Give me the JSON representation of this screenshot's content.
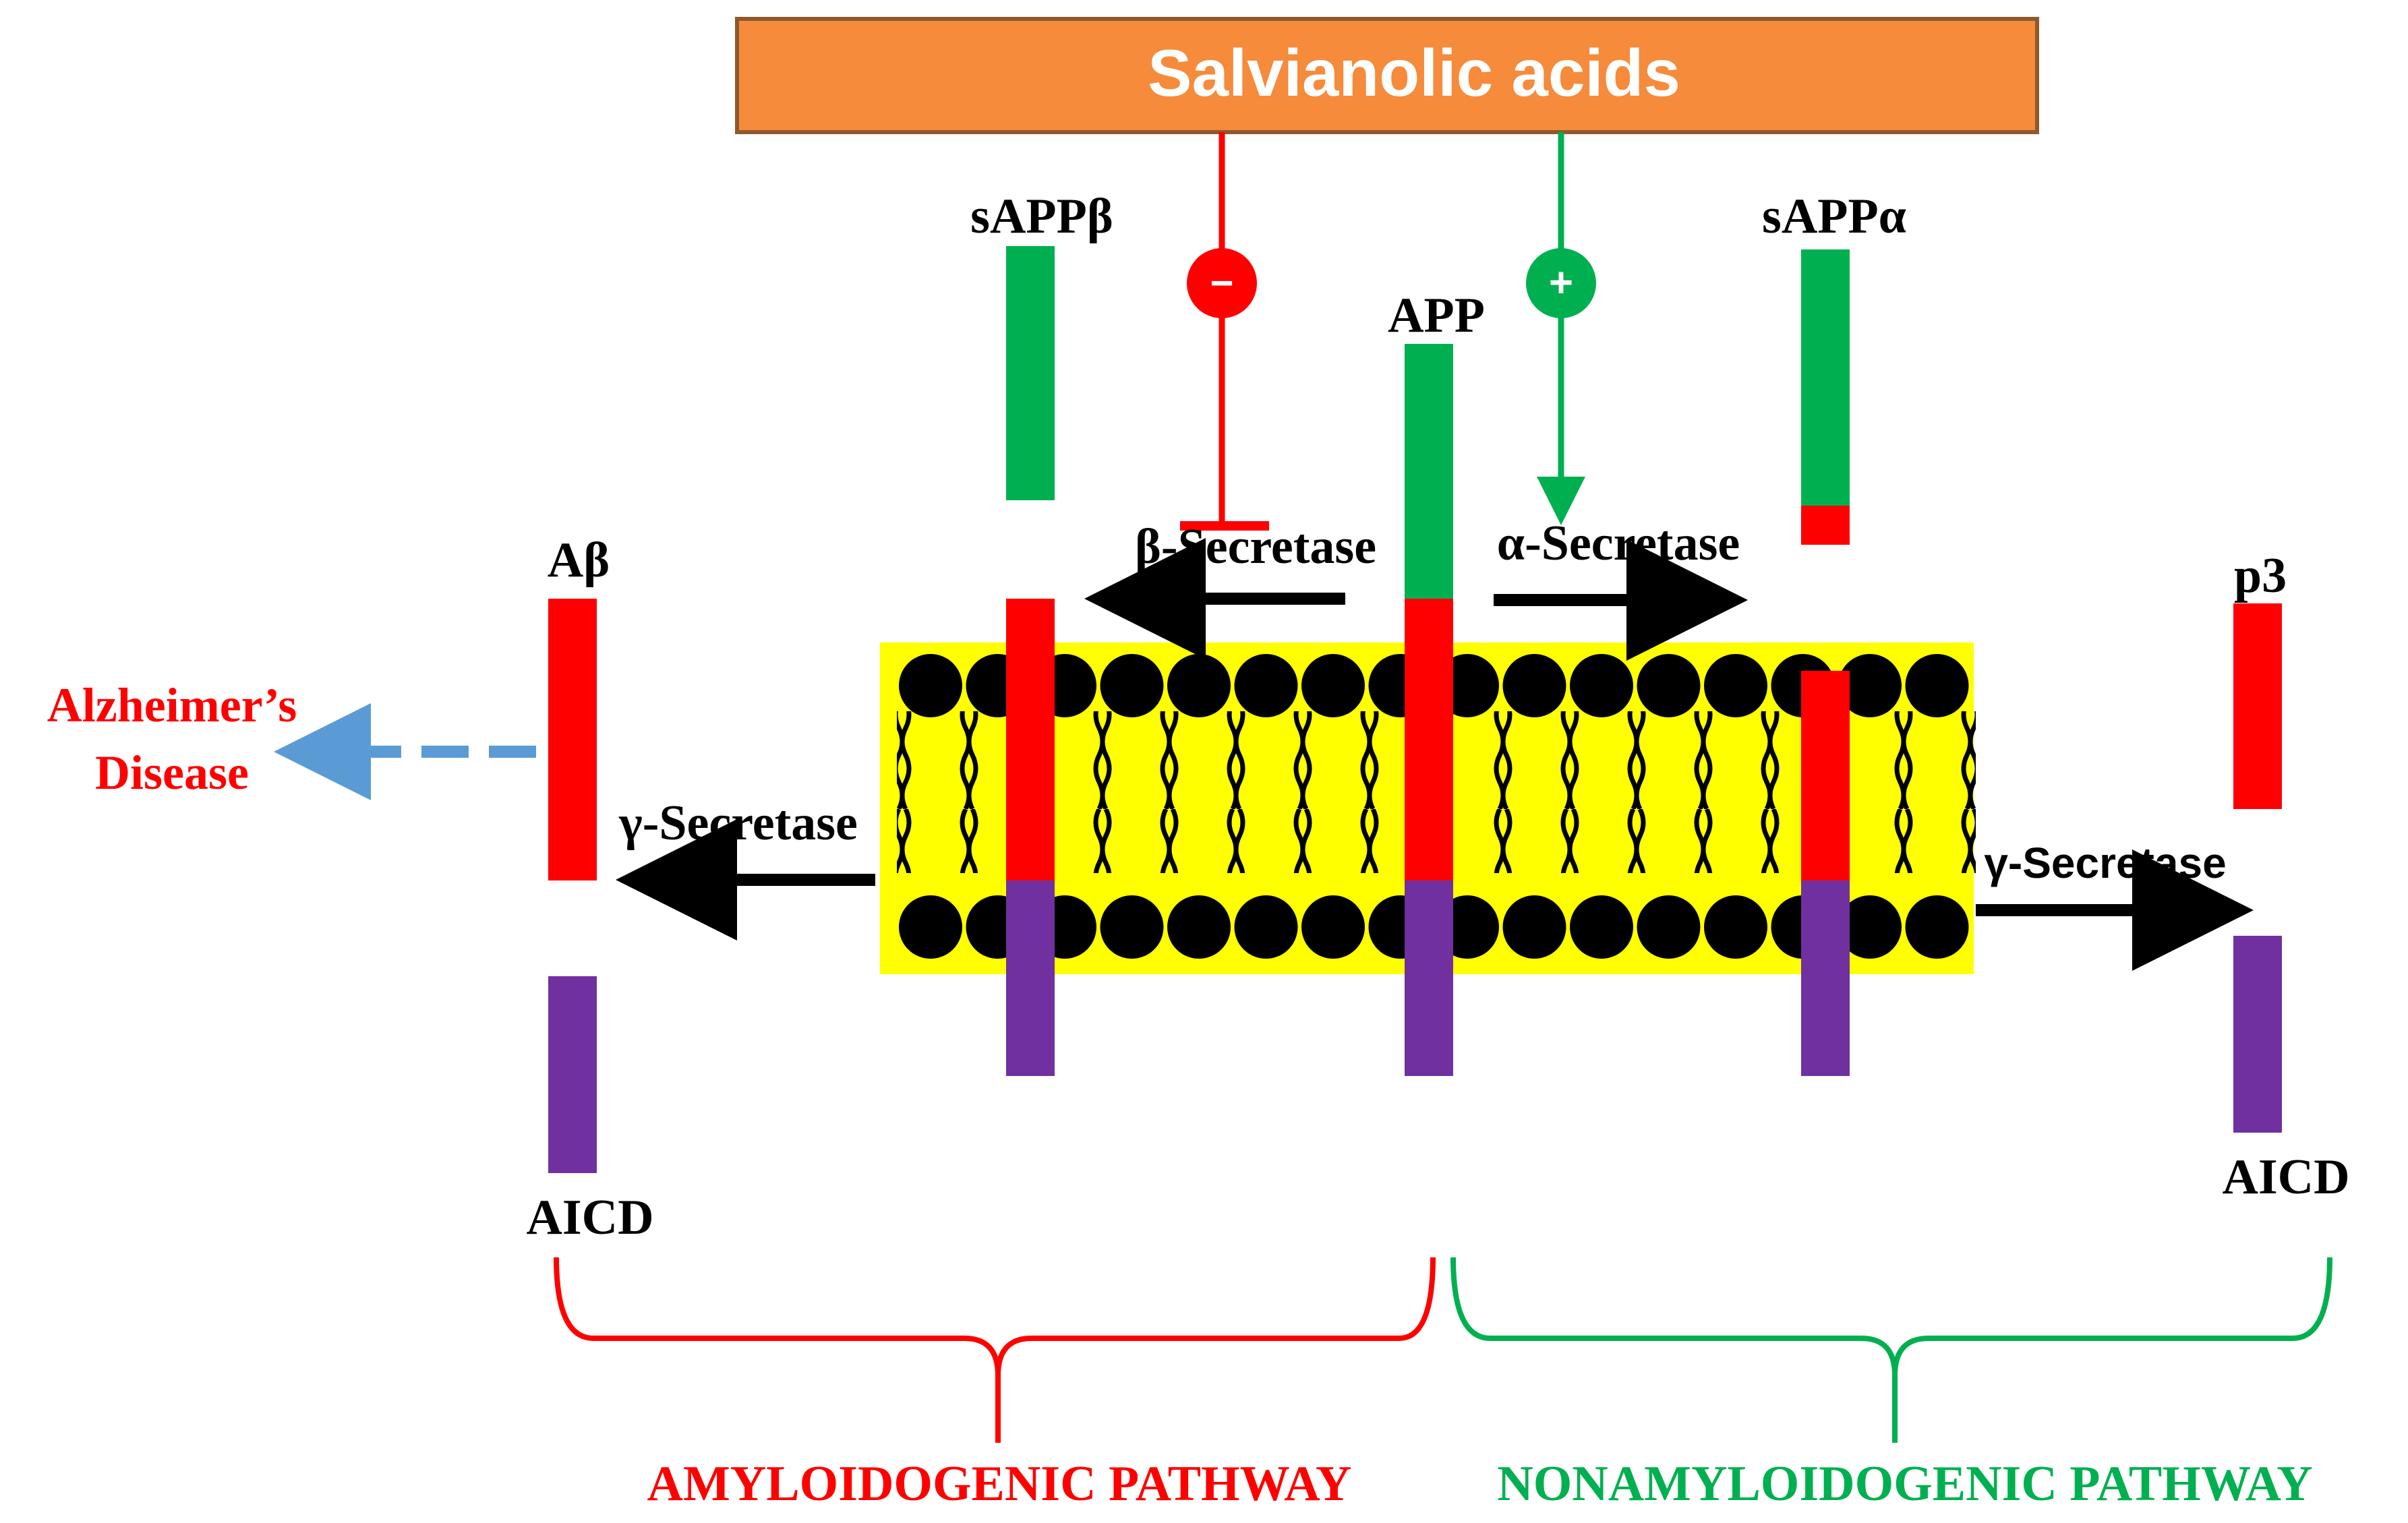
{
  "title": "Salvianolic acids",
  "labels": {
    "sappb": "sAPPβ",
    "sappa": "sAPPα",
    "app": "APP",
    "abeta": "Aβ",
    "p3": "p3",
    "aicd_left": "AICD",
    "aicd_right": "AICD",
    "beta_secretase": "β-Secretase",
    "alpha_secretase": "α-Secretase",
    "gamma_secretase_left": "γ-Secretase",
    "gamma_secretase_right": "γ-Secretase",
    "alzheimers_line1": "Alzheimer’s",
    "alzheimers_line2": "Disease",
    "minus_sign": "−",
    "plus_sign": "+"
  },
  "pathways": {
    "amyloidogenic": "AMYLOIDOGENIC PATHWAY",
    "nonamyloidogenic": "NONAMYLOIDOGENIC PATHWAY"
  },
  "colors": {
    "title_box": "#F58B3B",
    "title_box_border": "#8C5A2E",
    "title_text": "#FFFFFF",
    "green": "#00B050",
    "red": "#FF0000",
    "purple": "#7030A0",
    "membrane": "#FFFF00",
    "black": "#000000",
    "dashed_arrow": "#5B9BD5",
    "inhibit_line": "#FF0000",
    "activate_line": "#00B050"
  }
}
